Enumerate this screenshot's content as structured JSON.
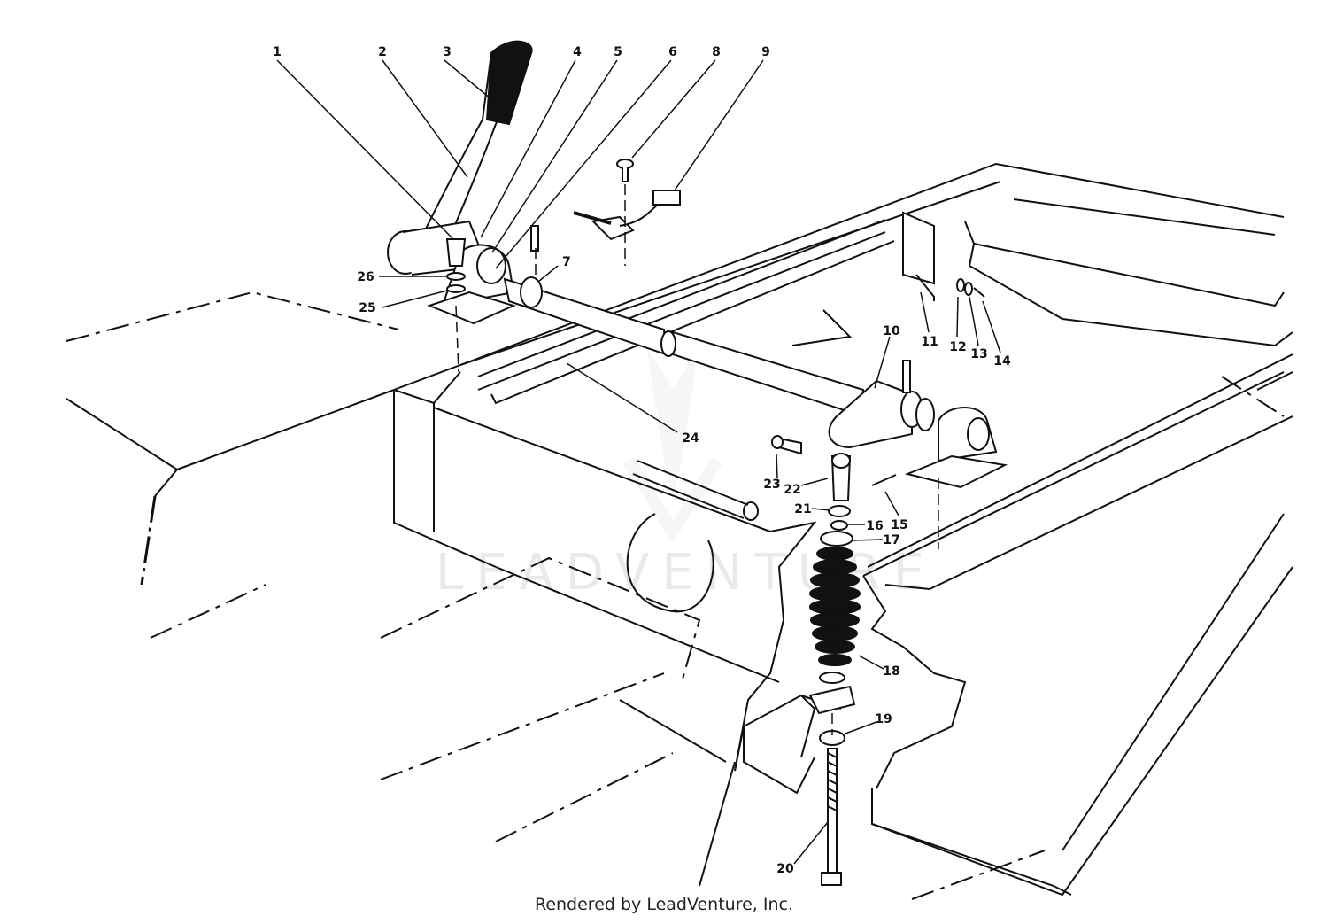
{
  "diagram": {
    "callouts": [
      "1",
      "2",
      "3",
      "4",
      "5",
      "6",
      "8",
      "9",
      "7",
      "26",
      "25",
      "11",
      "12",
      "13",
      "14",
      "10",
      "24",
      "23",
      "22",
      "21",
      "16",
      "15",
      "17",
      "18",
      "19",
      "20"
    ],
    "watermark": "LEADVENTURE"
  },
  "footer": {
    "text": "Rendered by LeadVenture, Inc."
  }
}
